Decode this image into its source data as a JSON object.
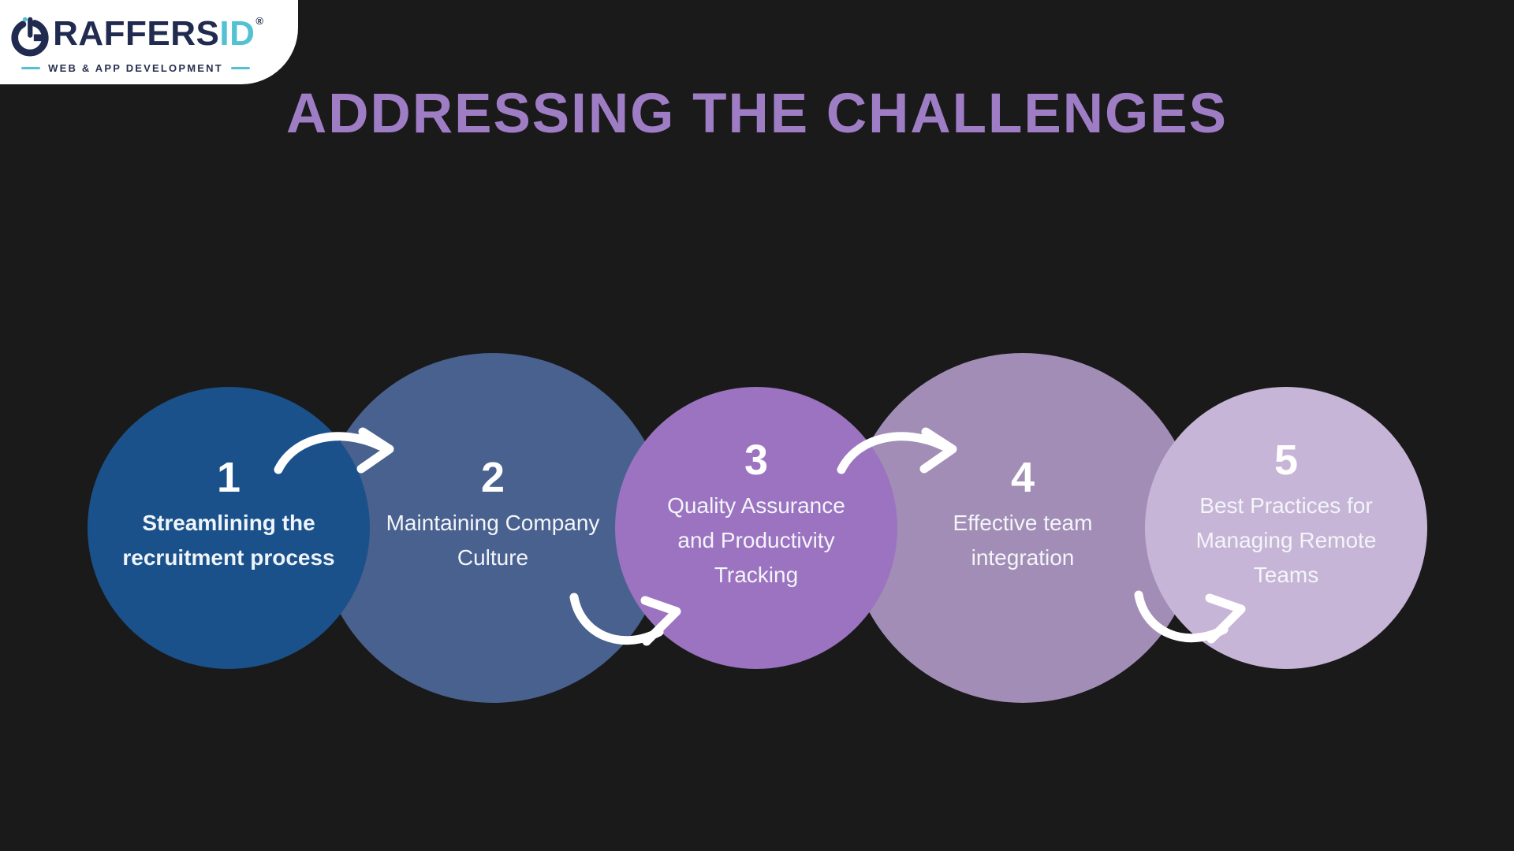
{
  "background": "#1a1a1a",
  "logo": {
    "brand_rest": "RAFFERS",
    "brand_accent": "ID",
    "registered_mark": "®",
    "tagline": "WEB & APP DEVELOPMENT",
    "navy": "#212b50",
    "teal": "#52c2d3"
  },
  "title": "ADDRESSING THE CHALLENGES",
  "title_color": "#9e7dc5",
  "arrow_color": "#ffffff",
  "steps": [
    {
      "number": "1",
      "text": "Streamlining the\nrecruitment process",
      "color": "#1a518a"
    },
    {
      "number": "2",
      "text": "Maintaining Company\nCulture",
      "color": "#49618f"
    },
    {
      "number": "3",
      "text": "Quality Assurance\nand Productivity\nTracking",
      "color": "#9b73c1"
    },
    {
      "number": "4",
      "text": "Effective team\nintegration",
      "color": "#a28db6"
    },
    {
      "number": "5",
      "text": "Best Practices for\nManaging Remote\nTeams",
      "color": "#c6b5d7"
    }
  ]
}
